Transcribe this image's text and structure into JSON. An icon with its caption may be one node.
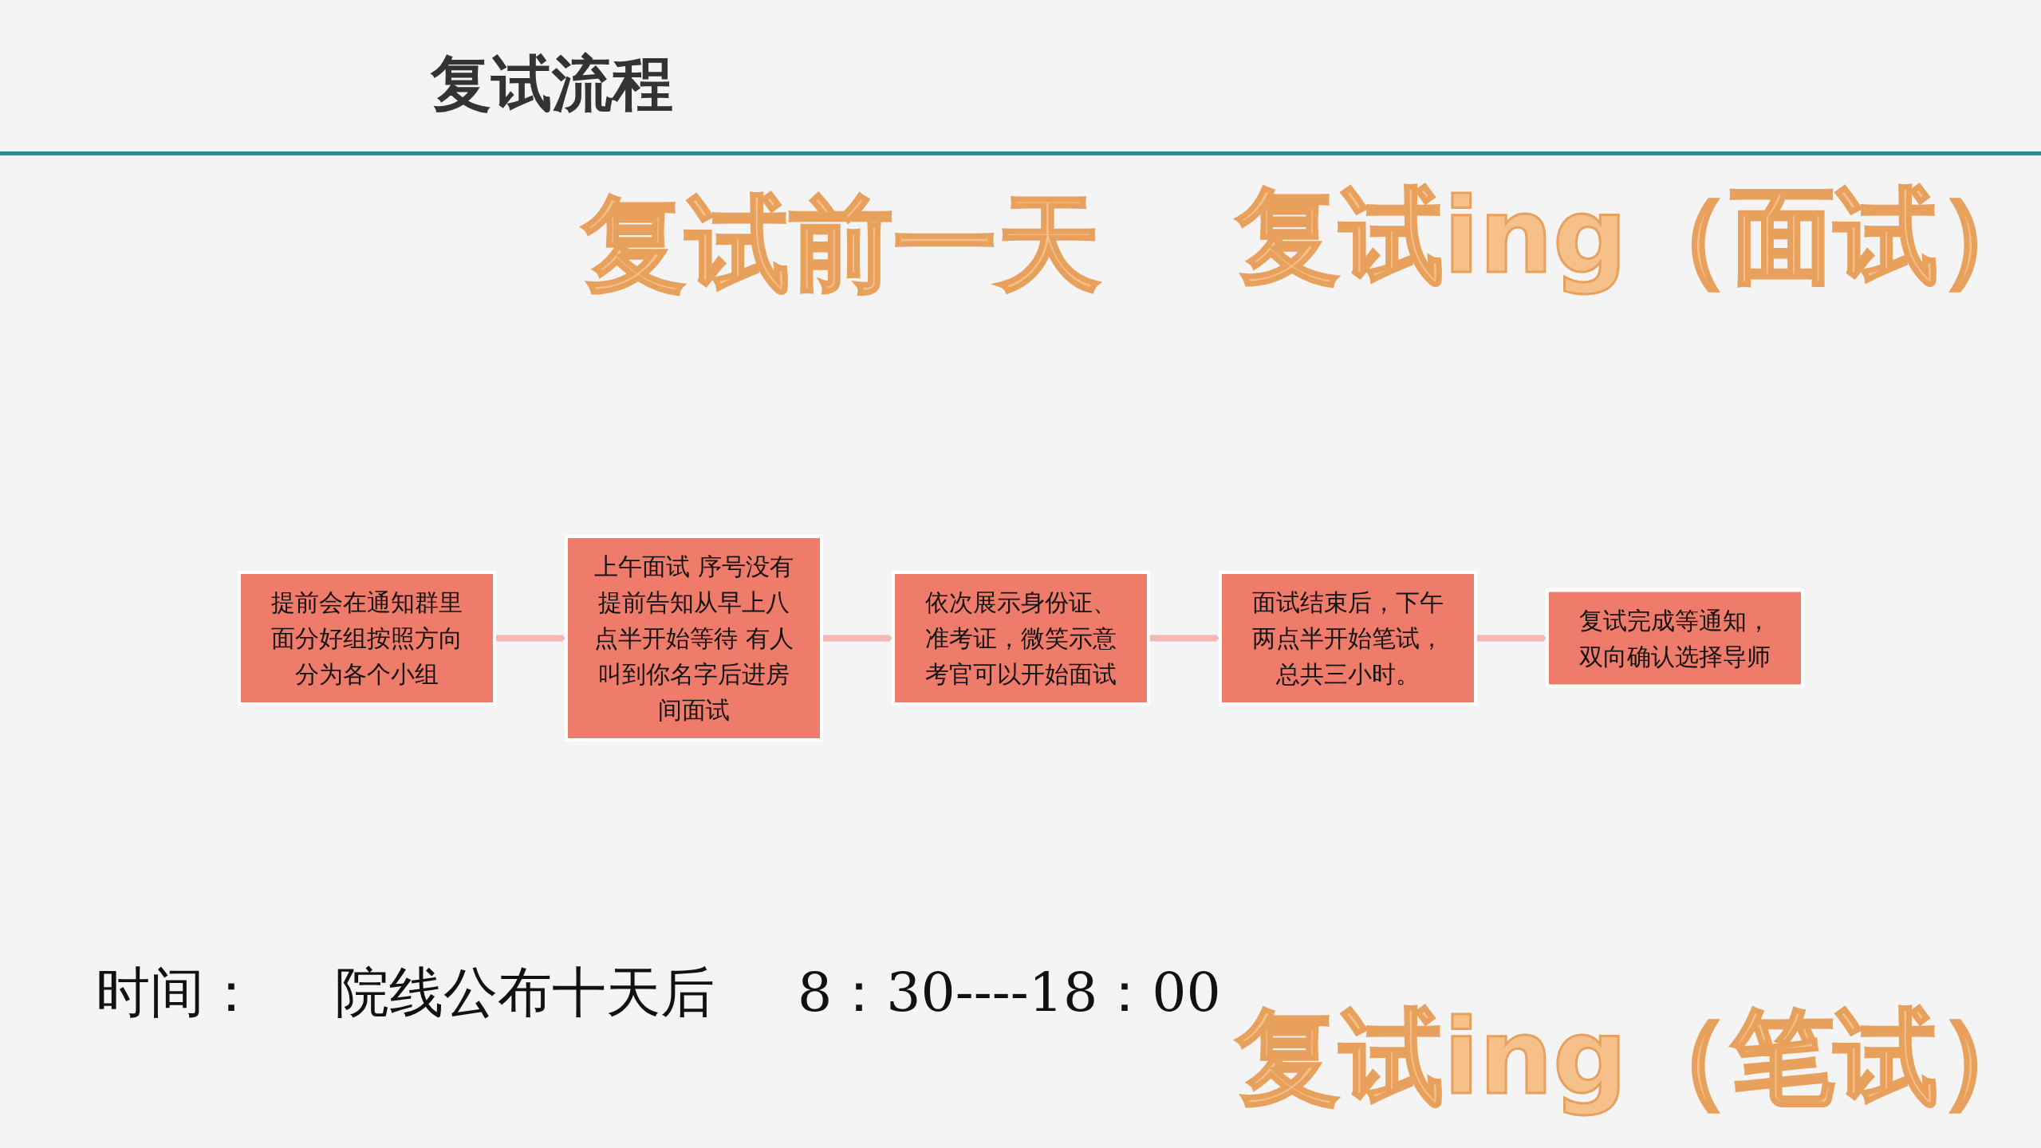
{
  "diagram": {
    "title": "复试流程",
    "nodes": [
      {
        "text": [
          "提前会在通知群里面分好组按照方向分为各个小组"
        ]
      },
      {
        "text": [
          "上午面试 序号没有提前告知从早上八点半开始等待 有人叫到你名字后进房间面试"
        ]
      },
      {
        "text": [
          "依次展示身份证、准考证，微笑示意考官可以开始面试"
        ]
      },
      {
        "text": [
          "面试结束后，下午两点半开始笔试，总共三小时。"
        ]
      },
      {
        "text": [
          "复试完成等通知，双向确认选择导师"
        ]
      }
    ],
    "edges": [
      {
        "from": 0,
        "to": 1,
        "arrow": "to"
      },
      {
        "from": 1,
        "to": 2,
        "arrow": "to"
      },
      {
        "from": 2,
        "to": 3,
        "arrow": "to"
      },
      {
        "from": 3,
        "to": 4,
        "arrow": "to"
      }
    ],
    "labels": [
      "复试前一天",
      "复试ing（面试）",
      "时间：",
      "院线公布十天后",
      "8：30----18：00",
      "复试ing（笔试）"
    ]
  }
}
